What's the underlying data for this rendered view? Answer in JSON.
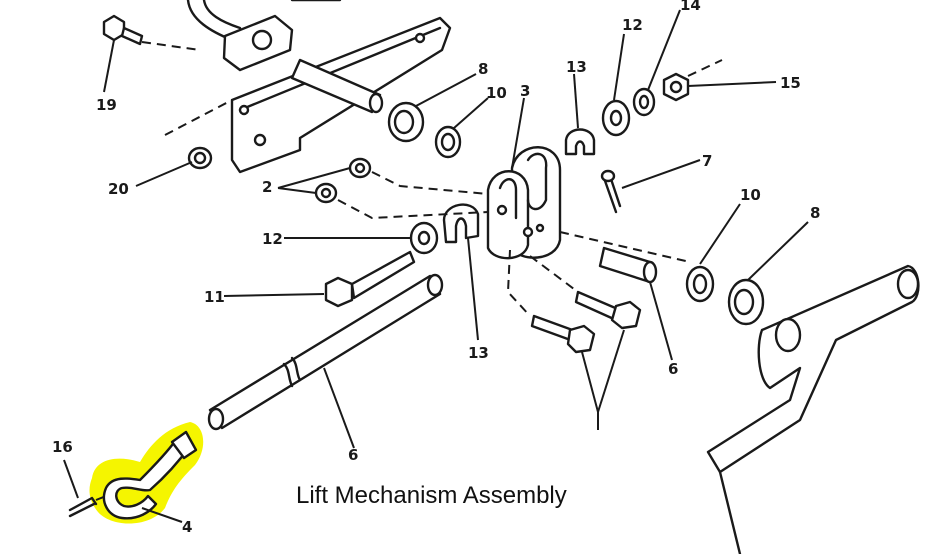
{
  "caption": "Lift Mechanism Assembly",
  "highlight_color": "#f5f500",
  "callouts": {
    "c19": "19",
    "c20": "20",
    "c8a": "8",
    "c10a": "10",
    "c3": "3",
    "c13a": "13",
    "c12a": "12",
    "c14": "14",
    "c15": "15",
    "c7": "7",
    "c2": "2",
    "c12b": "12",
    "c11": "11",
    "c13b": "13",
    "c10b": "10",
    "c8b": "8",
    "c6a": "6",
    "c6b": "6",
    "c16": "16",
    "c4": "4"
  }
}
